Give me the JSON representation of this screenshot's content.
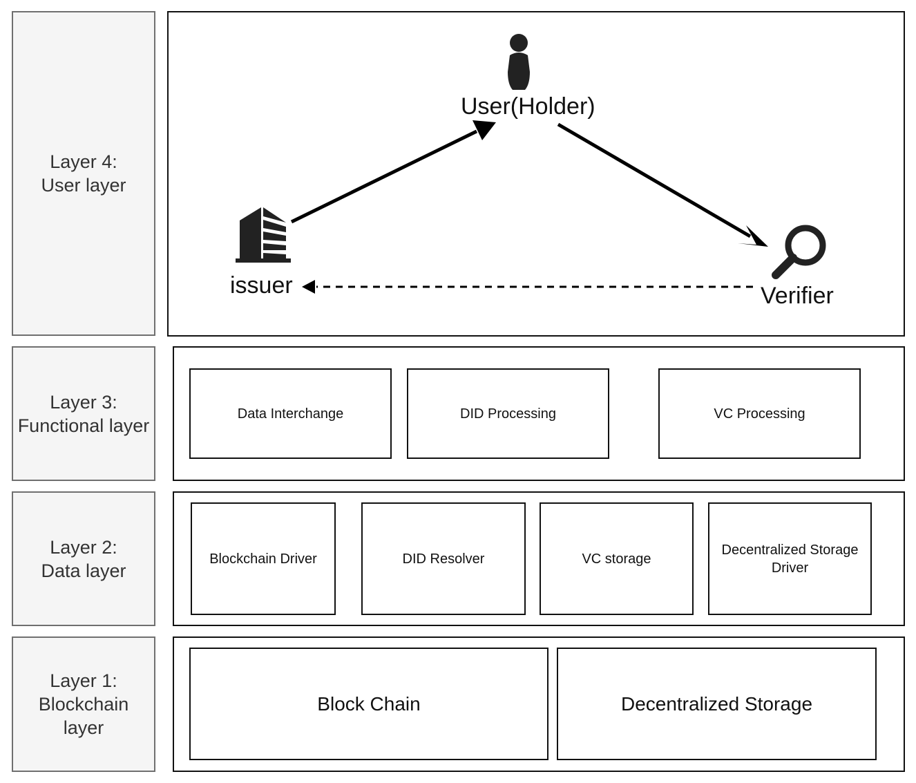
{
  "layers": [
    {
      "id": "layer4",
      "lines": [
        "Layer 4:",
        "User layer"
      ]
    },
    {
      "id": "layer3",
      "lines": [
        "Layer 3:",
        "Functional layer"
      ]
    },
    {
      "id": "layer2",
      "lines": [
        "Layer 2:",
        "Data layer"
      ]
    },
    {
      "id": "layer1",
      "lines": [
        "Layer 1:",
        "Blockchain",
        "layer"
      ]
    }
  ],
  "user_layer": {
    "holder": {
      "label": "User(Holder)",
      "icon": "person-icon"
    },
    "issuer": {
      "label": "issuer",
      "icon": "building-icon"
    },
    "verifier": {
      "label": "Verifier",
      "icon": "magnifier-icon"
    }
  },
  "functional_layer": {
    "boxes": [
      "Data Interchange",
      "DID Processing",
      "VC Processing"
    ]
  },
  "data_layer": {
    "boxes": [
      [
        "Blockchain Driver"
      ],
      [
        "DID Resolver"
      ],
      [
        "VC storage"
      ],
      [
        "Decentralized Storage",
        "Driver"
      ]
    ]
  },
  "blockchain_layer": {
    "boxes": [
      "Block Chain",
      "Decentralized Storage"
    ]
  },
  "colors": {
    "label_bg": "#f5f5f5",
    "label_border": "#6f6f6f",
    "stroke": "#111111"
  }
}
